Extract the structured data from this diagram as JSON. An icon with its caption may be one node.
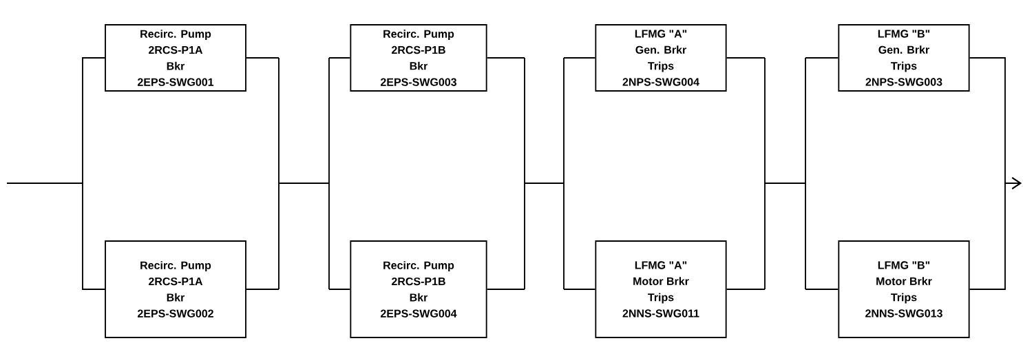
{
  "diagram": {
    "nodes": [
      {
        "text": [
          "Recirc. Pump",
          "2RCS-P1A",
          "Bkr",
          "2EPS-SWG001"
        ]
      },
      {
        "text": [
          "Recirc. Pump",
          "2RCS-P1A",
          "Bkr",
          "2EPS-SWG002"
        ]
      },
      {
        "text": [
          "Recirc. Pump",
          "2RCS-P1B",
          "Bkr",
          "2EPS-SWG003"
        ]
      },
      {
        "text": [
          "Recirc. Pump",
          "2RCS-P1B",
          "Bkr",
          "2EPS-SWG004"
        ]
      },
      {
        "text": [
          "LFMG \"A\"",
          "Gen. Brkr",
          "Trips",
          "2NPS-SWG004"
        ]
      },
      {
        "text": [
          "LFMG \"A\"",
          "Motor Brkr",
          "Trips",
          "2NNS-SWG011"
        ]
      },
      {
        "text": [
          "LFMG \"B\"",
          "Gen. Brkr",
          "Trips",
          "2NPS-SWG003"
        ]
      },
      {
        "text": [
          "LFMG \"B\"",
          "Motor Brkr",
          "Trips",
          "2NNS-SWG013"
        ]
      }
    ],
    "edges": [
      {
        "from": null,
        "to": 0,
        "arrow": "none"
      },
      {
        "from": null,
        "to": 1,
        "arrow": "none"
      },
      {
        "from": 0,
        "to": 2,
        "arrow": "none"
      },
      {
        "from": 0,
        "to": 3,
        "arrow": "none"
      },
      {
        "from": 1,
        "to": 2,
        "arrow": "none"
      },
      {
        "from": 1,
        "to": 3,
        "arrow": "none"
      },
      {
        "from": 2,
        "to": 4,
        "arrow": "none"
      },
      {
        "from": 2,
        "to": 5,
        "arrow": "none"
      },
      {
        "from": 3,
        "to": 4,
        "arrow": "none"
      },
      {
        "from": 3,
        "to": 5,
        "arrow": "none"
      },
      {
        "from": 4,
        "to": 6,
        "arrow": "none"
      },
      {
        "from": 4,
        "to": 7,
        "arrow": "none"
      },
      {
        "from": 5,
        "to": 6,
        "arrow": "none"
      },
      {
        "from": 5,
        "to": 7,
        "arrow": "none"
      },
      {
        "from": 6,
        "to": null,
        "arrow": "to"
      },
      {
        "from": 7,
        "to": null,
        "arrow": "to"
      }
    ]
  }
}
